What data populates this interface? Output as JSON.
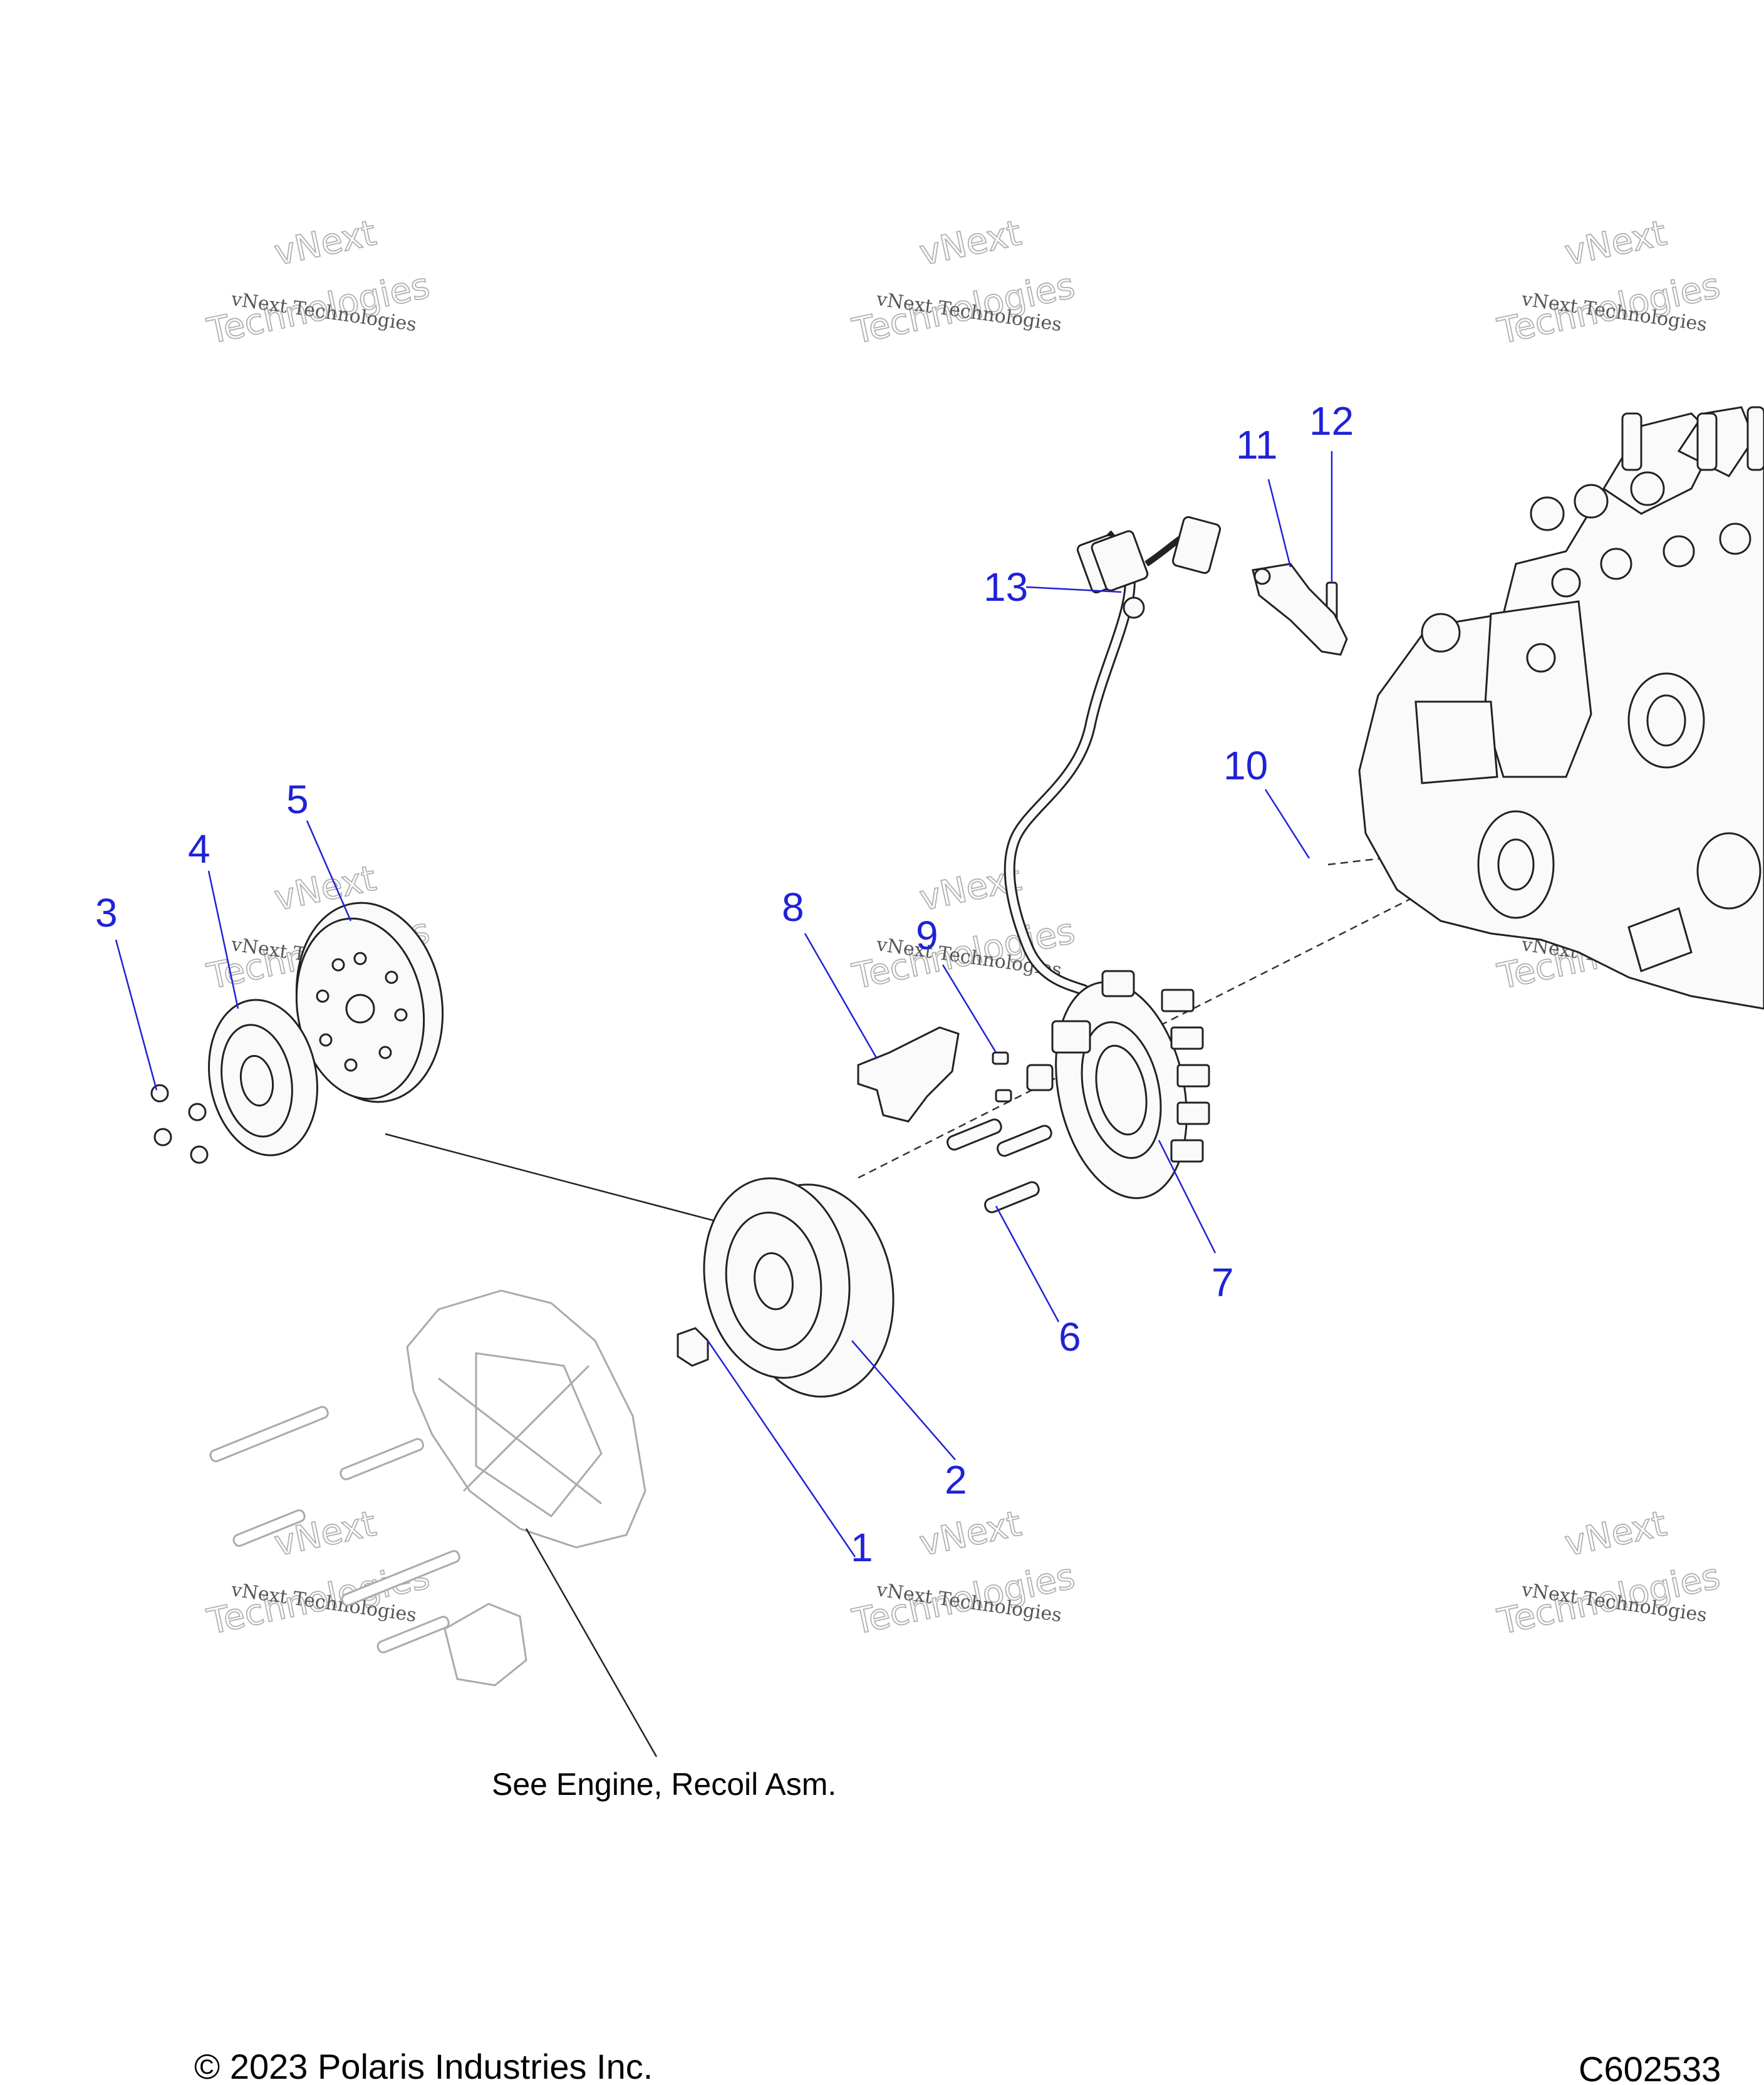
{
  "callouts": [
    {
      "id": "1",
      "label": "1"
    },
    {
      "id": "2",
      "label": "2"
    },
    {
      "id": "3",
      "label": "3"
    },
    {
      "id": "4",
      "label": "4"
    },
    {
      "id": "5",
      "label": "5"
    },
    {
      "id": "6",
      "label": "6"
    },
    {
      "id": "7",
      "label": "7"
    },
    {
      "id": "8",
      "label": "8"
    },
    {
      "id": "9",
      "label": "9"
    },
    {
      "id": "10",
      "label": "10"
    },
    {
      "id": "11",
      "label": "11"
    },
    {
      "id": "12",
      "label": "12"
    },
    {
      "id": "13",
      "label": "13"
    }
  ],
  "note": "See Engine, Recoil Asm.",
  "watermark": {
    "line1": "vNext Technologies",
    "line2": "vNext",
    "line3": "Technologies"
  },
  "footer": {
    "copyright": "© 2023 Polaris Industries Inc.",
    "code": "C602533"
  },
  "colors": {
    "callout": "#1f22d6",
    "line_art": "#222222",
    "ghost_line_art": "#aaaaaa"
  }
}
